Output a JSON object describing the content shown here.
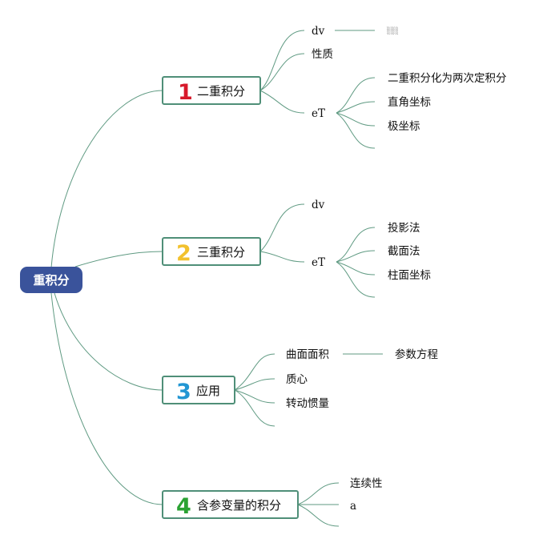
{
  "root": {
    "label": "重积分",
    "color": "#3a539b"
  },
  "branches": [
    {
      "number": "1",
      "number_color": "#d7192b",
      "label": "二重积分",
      "children": [
        {
          "label": "dv",
          "child": "░░░"
        },
        {
          "label": "性质"
        },
        {
          "label": "eT",
          "children": [
            "二重积分化为两次定积分",
            "直角坐标",
            "极坐标",
            ""
          ]
        }
      ]
    },
    {
      "number": "2",
      "number_color": "#f2c12e",
      "label": "三重积分",
      "children": [
        {
          "label": "dv"
        },
        {
          "label": "eT",
          "children": [
            "投影法",
            "截面法",
            "柱面坐标",
            ""
          ]
        }
      ]
    },
    {
      "number": "3",
      "number_color": "#2296d3",
      "label": "应用",
      "children": [
        {
          "label": "曲面面积",
          "child": "参数方程"
        },
        {
          "label": "质心"
        },
        {
          "label": "转动惯量"
        },
        {
          "label": ""
        }
      ]
    },
    {
      "number": "4",
      "number_color": "#2aa233",
      "label": "含参变量的积分",
      "children": [
        {
          "label": "连续性"
        },
        {
          "label": "a"
        },
        {
          "label": ""
        }
      ]
    }
  ],
  "connector_color": "#5f9a82",
  "branch_border_color": "#4f8f78"
}
